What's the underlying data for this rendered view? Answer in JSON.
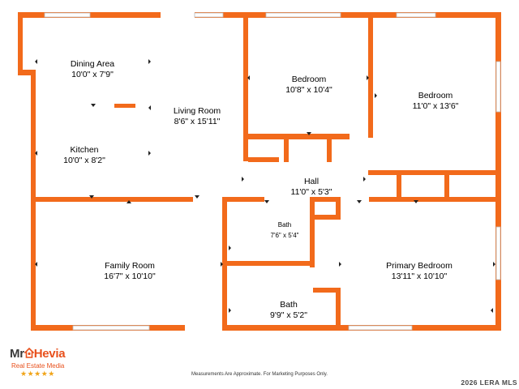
{
  "rooms": [
    {
      "key": "dining",
      "name": "Dining Area",
      "dims": "10'0\" x 7'9\""
    },
    {
      "key": "living",
      "name": "Living Room",
      "dims": "8'6\" x 15'11\""
    },
    {
      "key": "kitchen",
      "name": "Kitchen",
      "dims": "10'0\" x 8'2\""
    },
    {
      "key": "bedroom_mid",
      "name": "Bedroom",
      "dims": "10'8\" x 10'4\""
    },
    {
      "key": "bedroom_right",
      "name": "Bedroom",
      "dims": "11'0\" x 13'6\""
    },
    {
      "key": "hall",
      "name": "Hall",
      "dims": "11'0\" x 5'3\""
    },
    {
      "key": "family",
      "name": "Family Room",
      "dims": "16'7\" x 10'10\""
    },
    {
      "key": "bath_small",
      "name": "Bath",
      "dims": "7'6\" x 5'4\""
    },
    {
      "key": "bath_large",
      "name": "Bath",
      "dims": "9'9\" x 5'2\""
    },
    {
      "key": "primary",
      "name": "Primary Bedroom",
      "dims": "13'11\" x 10'10\""
    }
  ],
  "logo": {
    "name_first": "Mr",
    "name_second": "Hevia",
    "subtitle": "Real Estate Media",
    "stars": "★★★★★"
  },
  "disclaimer": "Measurements Are Approximate. For Marketing Purposes Only.",
  "watermark": "2026 LERA MLS",
  "colors": {
    "wall": "#f26a1b",
    "logo_accent": "#e8501c",
    "stars": "#f0a419"
  }
}
